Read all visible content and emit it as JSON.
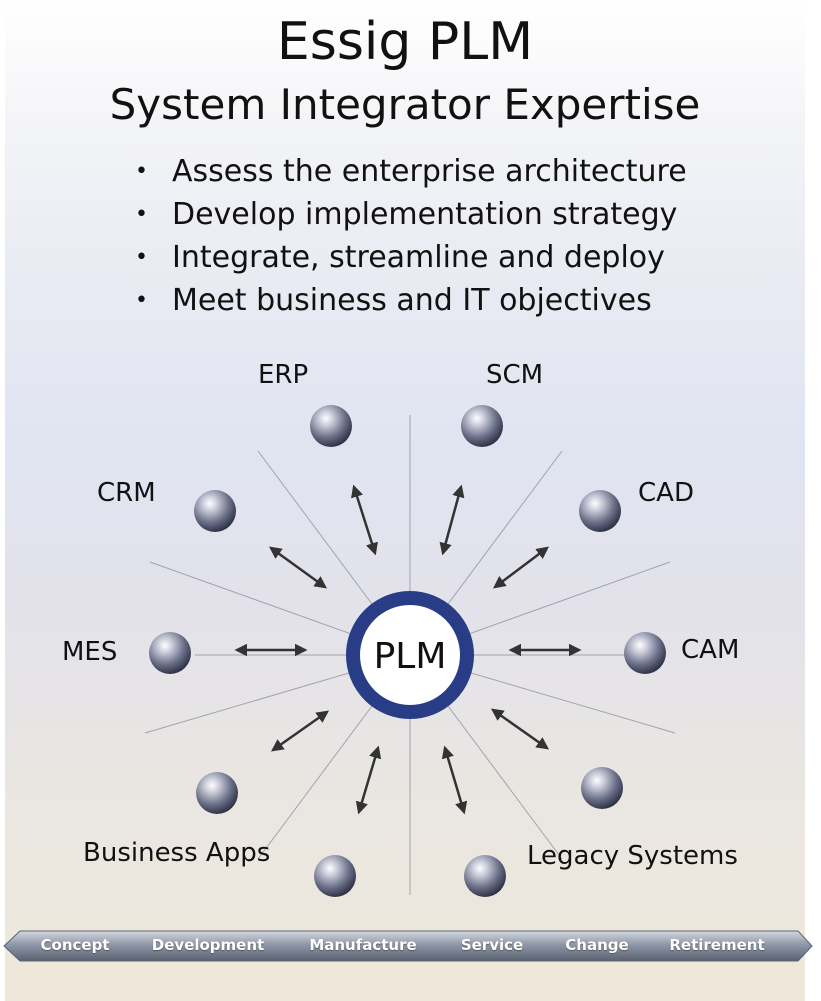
{
  "title": {
    "line1": "Essig PLM",
    "line2": "System Integrator Expertise"
  },
  "bullets": [
    "Assess the enterprise architecture",
    "Develop implementation strategy",
    "Integrate, streamline and deploy",
    "Meet business and IT objectives"
  ],
  "hub": {
    "label": "PLM"
  },
  "nodes": [
    {
      "label": "ERP"
    },
    {
      "label": "SCM"
    },
    {
      "label": "CAD"
    },
    {
      "label": "CAM"
    },
    {
      "label": "Legacy Systems"
    },
    {
      "label": "Business Apps"
    },
    {
      "label": "MES"
    },
    {
      "label": "CRM"
    }
  ],
  "lifecycle": [
    "Concept",
    "Development",
    "Manufacture",
    "Service",
    "Change",
    "Retirement"
  ],
  "colors": {
    "hub_ring": "#283d86",
    "sphere": "#6b7089",
    "arrow": "#333333",
    "lifecycle_bar": "#8d96a6"
  }
}
